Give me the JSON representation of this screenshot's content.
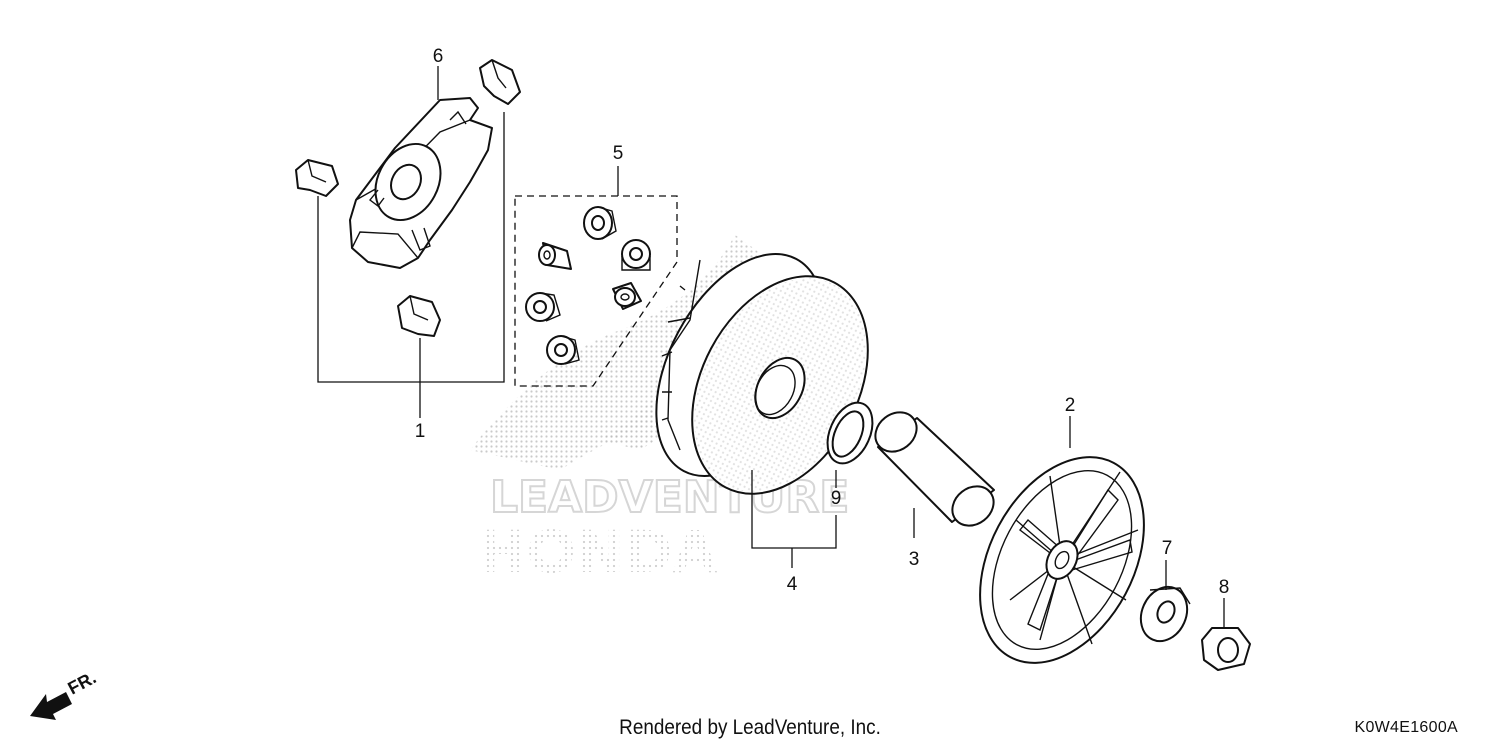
{
  "diagram": {
    "callouts": {
      "p1": "1",
      "p2": "2",
      "p3": "3",
      "p4": "4",
      "p5": "5",
      "p6": "6",
      "p7": "7",
      "p8": "8",
      "p9": "9"
    },
    "direction_label": "FR.",
    "watermark": {
      "line1": "LEADVENTURE",
      "line2": "HONDA"
    }
  },
  "footer": {
    "rendered_by": "Rendered by LeadVenture, Inc.",
    "diagram_code": "K0W4E1600A"
  }
}
